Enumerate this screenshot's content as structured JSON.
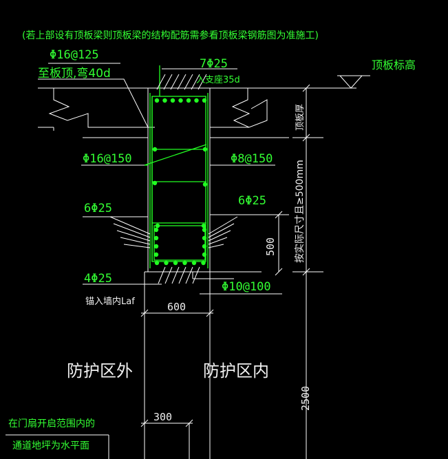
{
  "colors": {
    "background": "#000000",
    "text": "#f0f0f0",
    "green_text": "#33ff33",
    "line_green": "#22ff22",
    "line_white": "#ffffff",
    "hatch": "#ffffff"
  },
  "labels": {
    "note_top": "(若上部设有顶板梁则顶板梁的结构配筋需参看顶板梁钢筋图为准施工)",
    "phi16_125": "Φ16@125",
    "to_roof_bend": "至板顶,弯40d",
    "seven_phi25": "7Φ25",
    "anchor_35d": "入支座35d",
    "roof_elevation": "顶板标高",
    "roof_thickness": "顶板厚",
    "phi16_150": "Φ16@150",
    "phi8_150": "Φ8@150",
    "beam_size": "按实际尺寸且≥500mm",
    "six_phi25_left": "6Φ25",
    "six_phi25_right": "6Φ25",
    "dim_500": "500",
    "four_phi25": "4Φ25",
    "phi10_100": "Φ10@100",
    "anchor_wall": "锚入墙内Laf",
    "dim_600": "600",
    "outside_zone": "防护区外",
    "inside_zone": "防护区内",
    "dim_2500": "2500",
    "dim_300": "300",
    "note_bottom_1": "在门扇开启范围内的",
    "note_bottom_2": "通道地坪为水平面"
  }
}
